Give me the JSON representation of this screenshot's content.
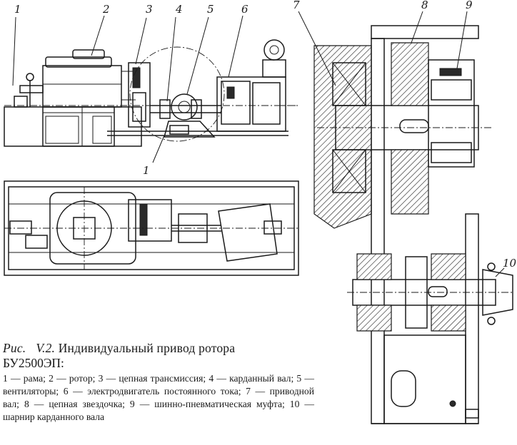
{
  "callouts": {
    "c1": "1",
    "c2": "2",
    "c3": "3",
    "c4": "4",
    "c5": "5",
    "c6": "6",
    "c7": "7",
    "c8": "8",
    "c9": "9",
    "c10": "10",
    "c1b": "1"
  },
  "caption": {
    "prefix": "Рис.",
    "number": "V.2.",
    "title": "Индивидуальный привод ротора",
    "model": "БУ2500ЭП:",
    "legend": "1 — рама; 2 — ротор; 3 — цепная трансмиссия; 4 — карданный вал; 5 — вентиляторы; 6 — электродвигатель постоянного тока; 7 — приводной вал; 8 — цепная звездочка; 9 — шинно-пневматическая муфта; 10 — шарнир карданного вала"
  }
}
